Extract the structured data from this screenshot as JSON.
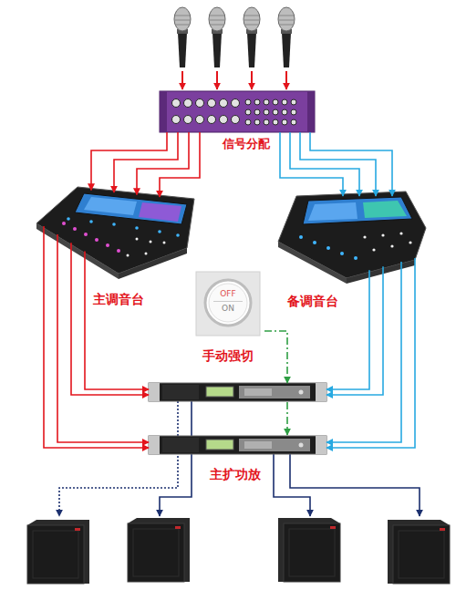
{
  "diagram": {
    "nodes": [
      {
        "text": [
          "信号分配"
        ]
      },
      {
        "text": [
          "主调音台"
        ]
      },
      {
        "text": [
          "备调音台"
        ]
      },
      {
        "text": [
          "OFF",
          "ON",
          "手动强切"
        ]
      },
      {
        "text": [
          "主扩功放"
        ]
      }
    ],
    "edges": [
      {
        "from": 0,
        "to": 1,
        "arrow": "to"
      },
      {
        "from": 0,
        "to": 2,
        "arrow": "to"
      },
      {
        "from": 1,
        "to": 4,
        "arrow": "to"
      },
      {
        "from": 2,
        "to": 4,
        "arrow": "to"
      },
      {
        "from": 3,
        "to": 4,
        "arrow": "to"
      }
    ]
  }
}
